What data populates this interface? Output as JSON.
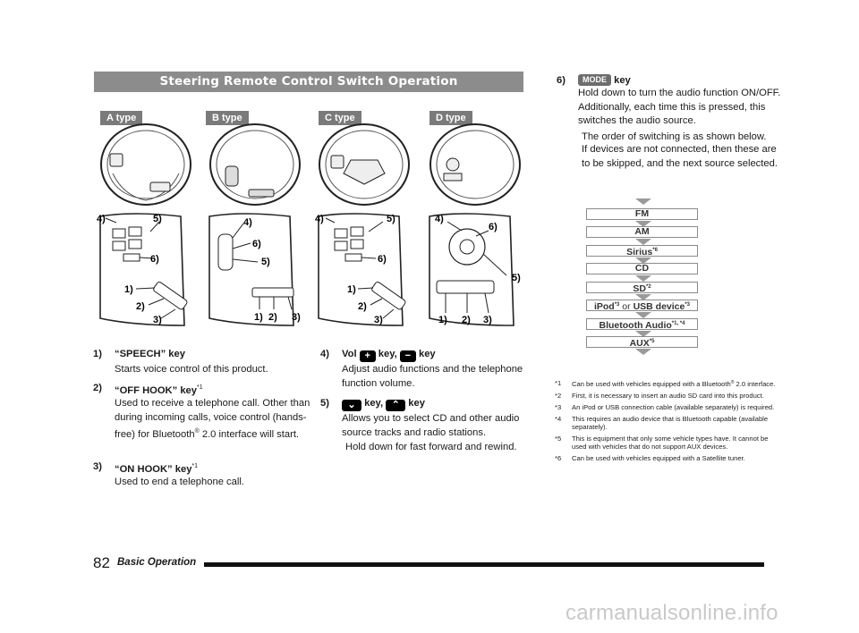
{
  "title": "Steering Remote Control Switch Operation",
  "types": [
    "A type",
    "B type",
    "C type",
    "D type"
  ],
  "diagram_labels": {
    "a": [
      "4)",
      "5)",
      "6)",
      "1)",
      "2)",
      "3)"
    ],
    "b": [
      "4)",
      "6)",
      "5)",
      "1)",
      "2)",
      "3)"
    ],
    "c": [
      "4)",
      "5)",
      "6)",
      "1)",
      "2)",
      "3)"
    ],
    "d": [
      "4)",
      "6)",
      "5)",
      "1)",
      "2)",
      "3)"
    ]
  },
  "sections": {
    "s1": {
      "num": "1)",
      "head": "“SPEECH” key",
      "body": "Starts voice control of this product."
    },
    "s2": {
      "num": "2)",
      "head": "“OFF HOOK” key",
      "sup": "*1",
      "body": "Used to receive a telephone call. Other than during incoming calls, voice control (hands-free) for Bluetooth",
      "body_sup": "®",
      "body_end": " 2.0 interface will start."
    },
    "s3": {
      "num": "3)",
      "head": "“ON HOOK” key",
      "sup": "*1",
      "body": "Used to end a telephone call."
    },
    "s4": {
      "num": "4)",
      "head_pre": "Vol",
      "plus": "+",
      "head_mid": "key,",
      "minus": "−",
      "head_end": "key",
      "body": "Adjust audio functions and the telephone function volume."
    },
    "s5": {
      "num": "5)",
      "down": "⌄",
      "head_mid": "key,",
      "up": "⌃",
      "head_end": "key",
      "body": "Allows you to select CD and other audio source tracks and radio stations.",
      "body2": "Hold down for fast forward and rewind."
    },
    "s6": {
      "num": "6)",
      "badge": "MODE",
      "head_end": "key",
      "body": "Hold down to turn the audio function ON/OFF. Additionally, each time this is pressed, this switches the audio source.",
      "body2": "The order of switching is as shown below.",
      "body3": "If devices are not connected, then these are to be skipped, and the next source selected."
    }
  },
  "flow": [
    {
      "text": "FM"
    },
    {
      "text": "AM"
    },
    {
      "text": "Sirius",
      "sup": "*6"
    },
    {
      "text": "CD"
    },
    {
      "text": "SD",
      "sup": "*2"
    },
    {
      "text": "iPod",
      "sup": "*3",
      "or": " or ",
      "text2": "USB device",
      "sup2": "*3"
    },
    {
      "text": "Bluetooth Audio",
      "sup": "*1, *4"
    },
    {
      "text": "AUX",
      "sup": "*5"
    }
  ],
  "notes": [
    {
      "mark": "*1",
      "text": "Can be used with vehicles equipped with a Bluetooth",
      "sup": "®",
      "text2": " 2.0 interface."
    },
    {
      "mark": "*2",
      "text": "First, it is necessary to insert an audio SD card into this product."
    },
    {
      "mark": "*3",
      "text": "An iPod or USB connection cable (available separately) is required."
    },
    {
      "mark": "*4",
      "text": "This requires an audio device that is Bluetooth capable (available separately)."
    },
    {
      "mark": "*5",
      "text": "This is equipment that only some vehicle types have. It cannot be used with vehicles that do not support AUX devices."
    },
    {
      "mark": "*6",
      "text": "Can be used with vehicles equipped with a Satellite tuner."
    }
  ],
  "footer": {
    "page": "82",
    "label": "Basic Operation"
  },
  "watermark": "carmanualsonline.info"
}
